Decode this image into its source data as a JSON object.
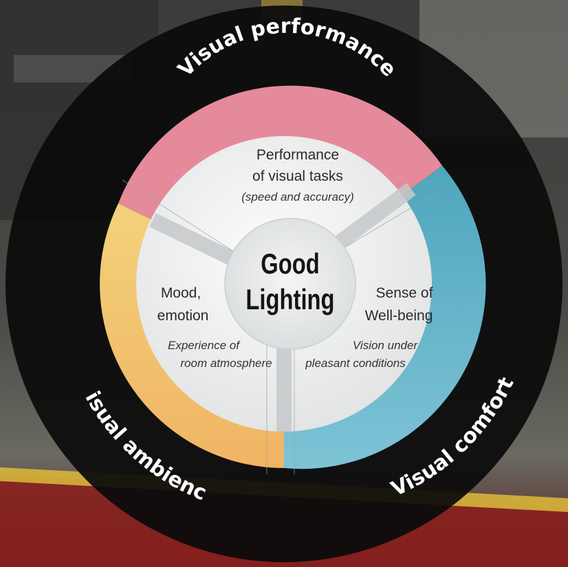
{
  "diagram": {
    "center": {
      "line1": "Good",
      "line2": "Lighting"
    },
    "ring_labels": {
      "top": "Visual performance",
      "left": "Visual ambience",
      "right": "Visual comfort"
    },
    "segments": {
      "top": {
        "line1": "Performance",
        "line2": "of visual tasks",
        "note": "(speed and accuracy)",
        "color": "#e58a9b"
      },
      "left": {
        "line1": "Mood,",
        "line2": "emotion",
        "note1": "Experience of",
        "note2": "room atmosphere",
        "color": "#f2c06a"
      },
      "right": {
        "line1": "Sense of",
        "line2": "Well-being",
        "note1": "Vision under",
        "note2": "pleasant conditions",
        "color": "#62b2c8"
      }
    }
  }
}
